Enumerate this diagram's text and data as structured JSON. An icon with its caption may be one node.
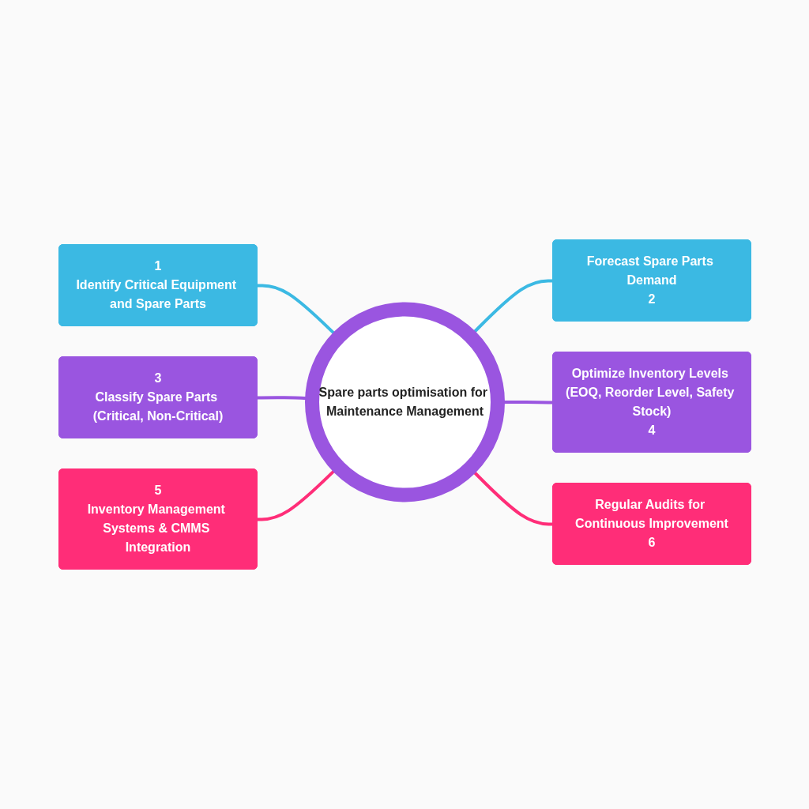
{
  "diagram": {
    "nodes": [
      {
        "text": [
          "Spare parts optimisation for Maintenance Management"
        ]
      },
      {
        "text": [
          "1",
          "Identify Critical Equipment and Spare Parts"
        ]
      },
      {
        "text": [
          "Forecast Spare Parts Demand",
          "2"
        ]
      },
      {
        "text": [
          "3",
          "Classify Spare Parts (Critical, Non-Critical)"
        ]
      },
      {
        "text": [
          "Optimize Inventory Levels (EOQ, Reorder Level, Safety Stock)",
          "4"
        ]
      },
      {
        "text": [
          "5",
          "Inventory Management Systems & CMMS Integration"
        ]
      },
      {
        "text": [
          "Regular Audits for Continuous Improvement",
          "6"
        ]
      }
    ],
    "edges": [
      {
        "from": 1,
        "to": 0,
        "arrow": "none",
        "color": "#3bb9e3"
      },
      {
        "from": 0,
        "to": 2,
        "arrow": "none",
        "color": "#3bb9e3"
      },
      {
        "from": 3,
        "to": 0,
        "arrow": "none",
        "color": "#9a55e0"
      },
      {
        "from": 0,
        "to": 4,
        "arrow": "none",
        "color": "#9a55e0"
      },
      {
        "from": 5,
        "to": 0,
        "arrow": "none",
        "color": "#ff2d78"
      },
      {
        "from": 0,
        "to": 6,
        "arrow": "none",
        "color": "#ff2d78"
      }
    ]
  }
}
